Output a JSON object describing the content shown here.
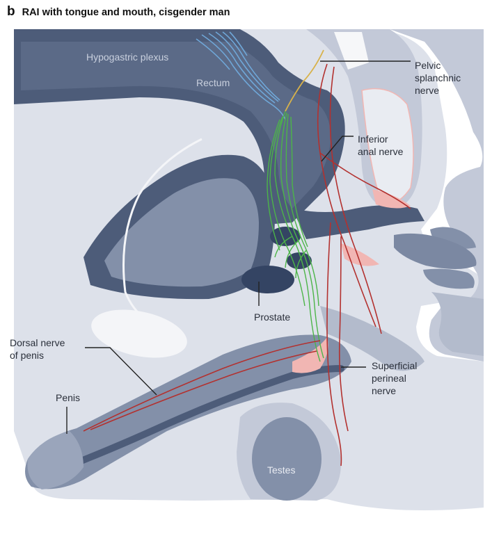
{
  "panel": {
    "letter": "b",
    "title": "RAI with tongue and mouth, cisgender man"
  },
  "labels": {
    "hypogastric_plexus": "Hypogastric plexus",
    "rectum": "Rectum",
    "pelvic_line1": "Pelvic",
    "pelvic_line2": "splanchnic",
    "pelvic_line3": "nerve",
    "inferior_line1": "Inferior",
    "inferior_line2": "anal nerve",
    "prostate": "Prostate",
    "dorsal_line1": "Dorsal nerve",
    "dorsal_line2": "of penis",
    "penis": "Penis",
    "superficial_line1": "Superficial",
    "superficial_line2": "perineal",
    "superficial_line3": "nerve",
    "testes": "Testes"
  },
  "colors": {
    "nerve_red": "#b3312f",
    "nerve_green": "#4cb548",
    "nerve_blue": "#6fa7d8",
    "nerve_yellow": "#d8b24a",
    "tissue_dark": "#4d5c79",
    "tissue_mid": "#8390a9",
    "tissue_light": "#c3c9d8",
    "tissue_pale": "#dde1ea",
    "accent_pink": "#f1b6b3"
  }
}
